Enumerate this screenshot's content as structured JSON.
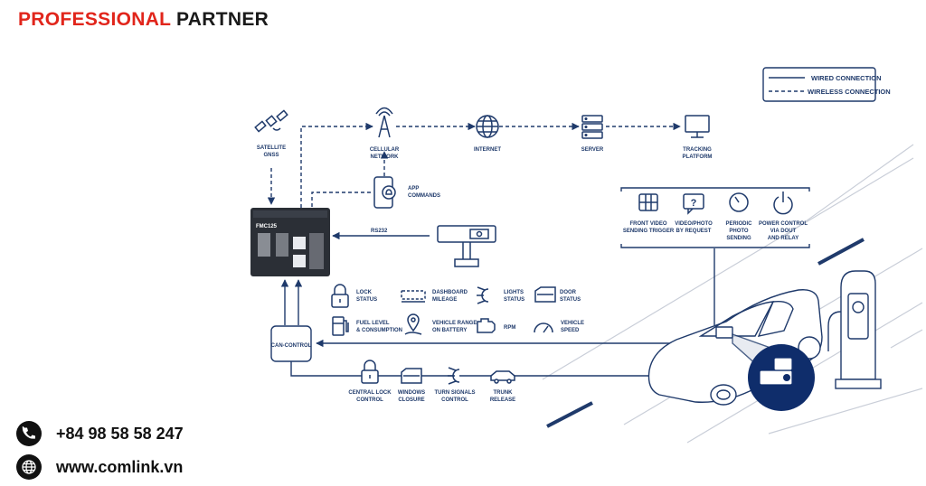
{
  "header": {
    "brand_red": "PROFESSIONAL",
    "brand_dark": "PARTNER"
  },
  "contact": {
    "phone": "+84 98 58 58 247",
    "website": "www.comlink.vn",
    "phone_icon": "phone-icon",
    "web_icon": "globe-icon"
  },
  "legend": {
    "wired": "WIRED CONNECTION",
    "wireless": "WIRELESS CONNECTION"
  },
  "network": {
    "satellite": [
      "SATELLITE",
      "GNSS"
    ],
    "cellular": [
      "CELLULAR",
      "NETWORK"
    ],
    "internet": "INTERNET",
    "server": "SERVER",
    "tracking": [
      "TRACKING",
      "PLATFORM"
    ],
    "app": [
      "APP",
      "COMMANDS"
    ],
    "rs232": "RS232",
    "device_model": "FMC125"
  },
  "camera_features": {
    "front": [
      "FRONT VIDEO",
      "SENDING TRIGGER"
    ],
    "video": [
      "VIDEO/PHOTO",
      "BY REQUEST"
    ],
    "periodic": [
      "PERIODIC",
      "PHOTO",
      "SENDING"
    ],
    "power": [
      "POWER CONTROL",
      "VIA DOUT",
      "AND RELAY"
    ]
  },
  "can_data": {
    "lock": [
      "LOCK",
      "STATUS"
    ],
    "dashboard": [
      "DASHBOARD",
      "MILEAGE"
    ],
    "lights": [
      "LIGHTS",
      "STATUS"
    ],
    "door": [
      "DOOR",
      "STATUS"
    ],
    "fuel": [
      "FUEL LEVEL",
      "& CONSUMPTION"
    ],
    "range": [
      "VEHICLE RANGE",
      "ON BATTERY"
    ],
    "rpm": "RPM",
    "speed": [
      "VEHICLE",
      "SPEED"
    ]
  },
  "can_control": "CAN-CONTROL",
  "can_actions": {
    "central": [
      "CENTRAL LOCK",
      "CONTROL"
    ],
    "windows": [
      "WINDOWS",
      "CLOSURE"
    ],
    "turn": [
      "TURN SIGNALS",
      "CONTROL"
    ],
    "trunk": [
      "TRUNK",
      "RELEASE"
    ]
  },
  "colors": {
    "accent_red": "#e1251b",
    "diagram_blue": "#1f3a6b",
    "text_dark": "#111111"
  }
}
